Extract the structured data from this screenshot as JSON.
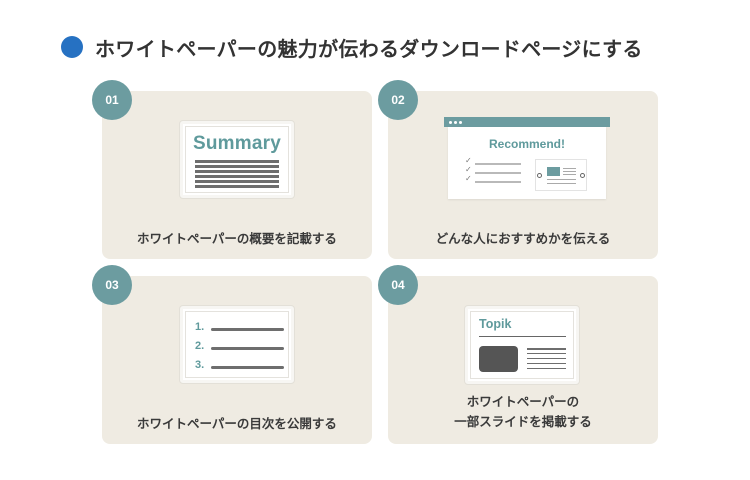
{
  "header": {
    "title": "ホワイトペーパーの魅力が伝わるダウンロードページにする",
    "bullet_color": "#2671c2"
  },
  "colors": {
    "card_bg": "#efebe2",
    "badge_bg": "#6c9ca0",
    "accent_teal": "#5f9a9c",
    "line_gray": "#6e6e6e"
  },
  "cards": [
    {
      "number": "01",
      "caption": "ホワイトペーパーの概要を記載する",
      "illustration": {
        "type": "summary-document",
        "heading": "Summary"
      }
    },
    {
      "number": "02",
      "caption": "どんな人におすすめかを伝える",
      "illustration": {
        "type": "browser-window",
        "heading": "Recommend!",
        "check_icon": "✓"
      }
    },
    {
      "number": "03",
      "caption": "ホワイトペーパーの目次を公開する",
      "illustration": {
        "type": "table-of-contents",
        "items": [
          "1.",
          "2.",
          "3."
        ]
      }
    },
    {
      "number": "04",
      "caption_line1": "ホワイトペーパーの",
      "caption_line2": "一部スライドを掲載する",
      "illustration": {
        "type": "slide",
        "heading": "Topik"
      }
    }
  ]
}
